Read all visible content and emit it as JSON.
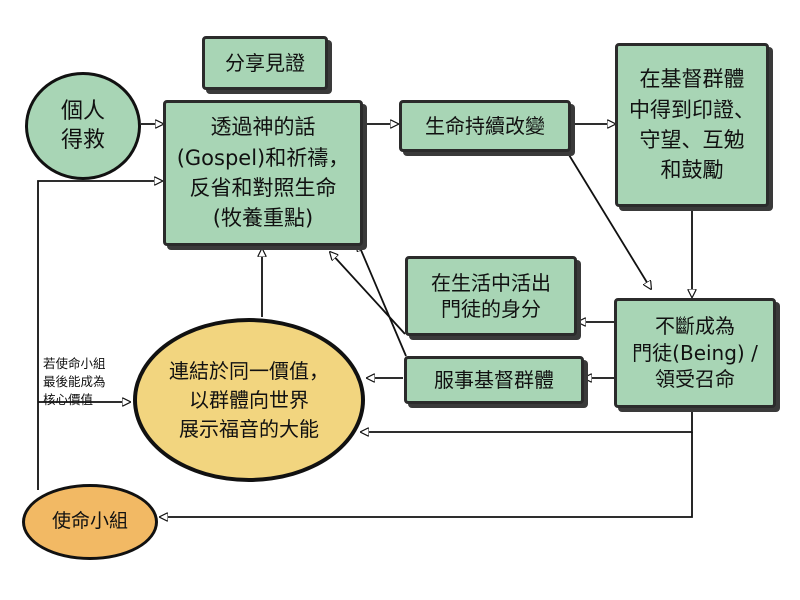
{
  "colors": {
    "box_fill": "#a8d5b5",
    "ellipse_fill": "#f2d57f",
    "small_ellipse_fill": "#f2b964",
    "stroke": "#111111"
  },
  "nodes": {
    "personal_salvation": "個人\n得救",
    "share_testimony": "分享見證",
    "gospel_prayer": "透過神的話\n(Gospel)和祈禱，\n反省和對照生命\n(牧養重點)",
    "continuous_change": "生命持續改變",
    "community_affirmation": "在基督群體\n中得到印證、\n守望、互勉\n和鼓勵",
    "discipleship_identity": "在生活中活出\n門徒的身分",
    "being_disciples": "不斷成為\n門徒(Being) /\n領受召命",
    "serve_community": "服事基督群體",
    "shared_value": "連結於同一價值，\n以群體向世界\n展示福音的大能",
    "mission_group": "使命小組"
  },
  "note": "若使命小組\n最後能成為\n核心價值"
}
